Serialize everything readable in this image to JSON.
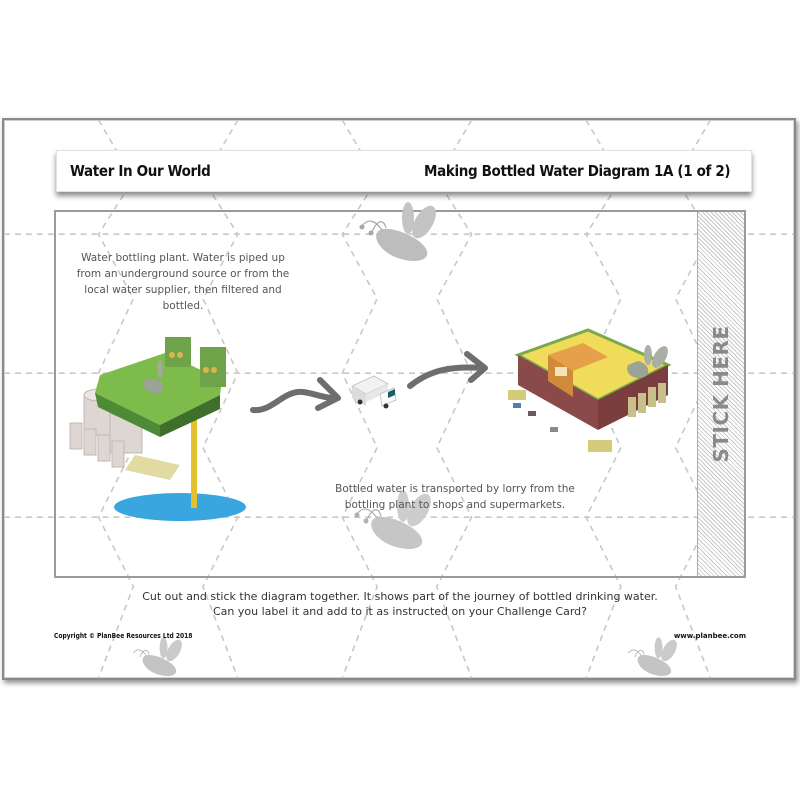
{
  "header": {
    "left_title": "Water In Our World",
    "right_title": "Making Bottled Water Diagram 1A (1 of 2)"
  },
  "diagram": {
    "stages": [
      {
        "name": "Water bottling plant",
        "icon": "bottling-plant-illustration",
        "caption": "Water bottling plant. Water is piped up from an underground source or from the local water supplier, then filtered and bottled."
      },
      {
        "name": "Lorry",
        "icon": "lorry-illustration",
        "caption": "Bottled water is transported by lorry from the bottling plant to shops and supermarkets."
      },
      {
        "name": "Supermarket",
        "icon": "supermarket-illustration"
      }
    ],
    "arrows": [
      "arrow-icon",
      "arrow-icon"
    ],
    "stick_here_label": "STICK HERE"
  },
  "instructions": {
    "line1": "Cut out and stick the diagram together. It shows part of the journey of bottled drinking water.",
    "line2": "Can you label it and add to it as instructed on your Challenge Card?"
  },
  "footer": {
    "copyright": "Copyright © PlanBee Resources Ltd 2018",
    "website": "www.planbee.com"
  },
  "colors": {
    "border": "#8a8a8a",
    "plant_green": "#7dbb4a",
    "water_blue": "#3aa6e0",
    "pipe_yellow": "#e3c12a",
    "bee_grey": "#b5b5b5",
    "arrow_grey": "#6e6e6e"
  }
}
